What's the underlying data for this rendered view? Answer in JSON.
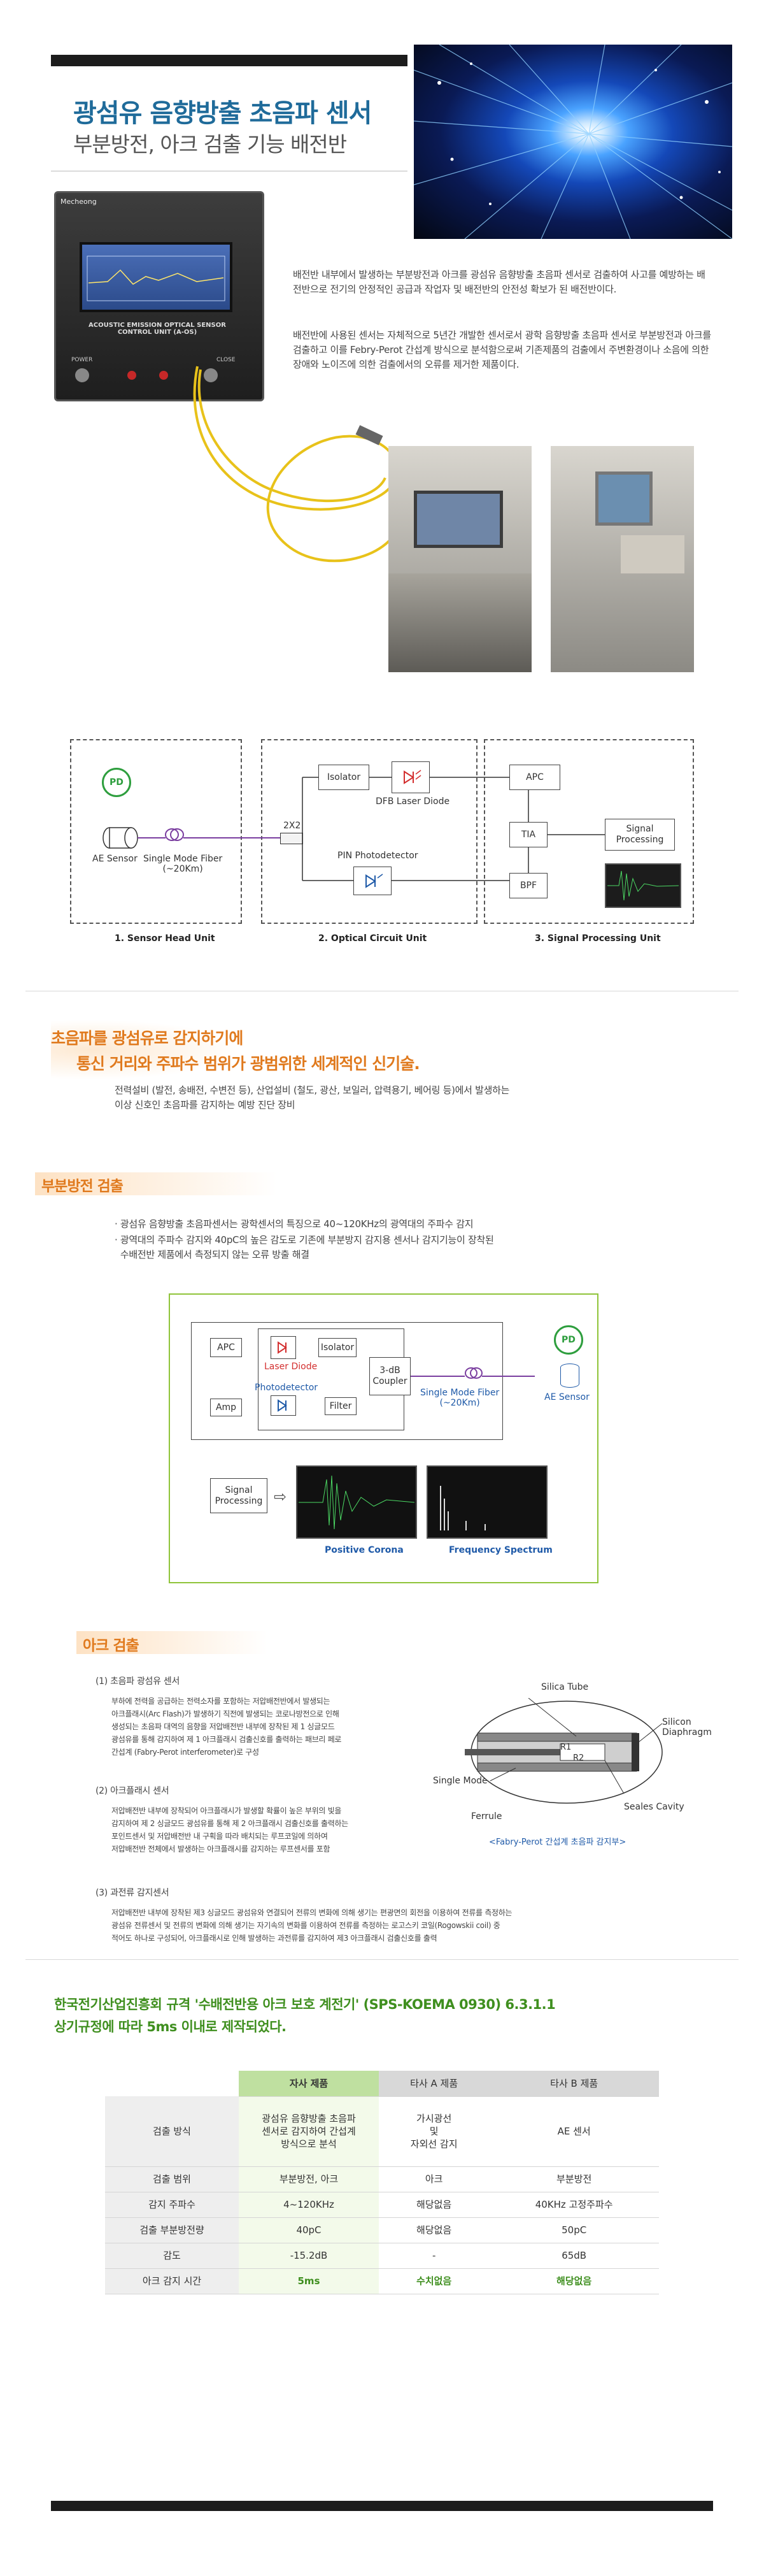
{
  "header": {
    "title": "광섬유 음향방출 초음파 센서",
    "subtitle": "부분방전, 아크 검출 기능 배전반"
  },
  "device": {
    "brand": "Mecheong",
    "panel_label": "ACOUSTIC EMISSION OPTICAL SENSOR CONTROL UNIT (A-OS)",
    "power_label": "POWER",
    "close_label": "CLOSE"
  },
  "intro": {
    "p1": "배전반 내부에서 발생하는 부분방전과 아크를 광섬유 음향방출 초음파 센서로 검출하여 사고를 예방하는 배전반으로 전기의 안정적인 공급과 작업자 및 배전반의 안전성 확보가 된 배전반이다.",
    "p2": "배전반에 사용된 센서는 자체적으로 5년간 개발한 센서로서 광학 음향방출 초음파 센서로 부분방전과 아크를 검출하고 이를 Febry-Perot 간섭계 방식으로 분석함으로써 기존제품의 검출에서 주변환경이나 소음에 의한 장애와 노이즈에 의한 검출에서의 오류를 제거한 제품이다."
  },
  "diagram1": {
    "pd": "PD",
    "ae_sensor": "AE Sensor",
    "fiber": "Single Mode Fiber\n(~20Km)",
    "coupler": "2X2",
    "isolator": "Isolator",
    "dfb": "DFB Laser Diode",
    "pin": "PIN Photodetector",
    "apc": "APC",
    "tia": "TIA",
    "bpf": "BPF",
    "signal_processing": "Signal\nProcessing",
    "cap1": "1. Sensor Head Unit",
    "cap2": "2. Optical Circuit Unit",
    "cap3": "3. Signal Processing Unit"
  },
  "highlight": {
    "line1": "초음파를 광섬유로 감지하기에",
    "line2": "통신 거리와 주파수 범위가 광범위한 세계적인 신기술.",
    "body": "전력설비 (발전, 송배전, 수변전 등), 산업설비 (철도, 광산, 보일러, 압력용기, 베어링 등)에서 발생하는\n이상 신호인 초음파를 감지하는 예방 진단 장비"
  },
  "pd_section": {
    "title": "부분방전 검출",
    "b1": "· 광섬유 음향방출 초음파센서는 광학센서의 특징으로 40~120KHz의 광역대의 주파수 감지",
    "b2": "· 광역대의 주파수 감지와 40pC의 높은 감도로 기존에 부분방지 감지용 센서나 감지기능이 장착된\n  수배전반 제품에서 측정되지 않는 오류 방출 해결"
  },
  "diagram2": {
    "apc": "APC",
    "laser_diode": "Laser Diode",
    "isolator": "Isolator",
    "coupler": "3-dB\nCoupler",
    "photodetector": "Photodetector",
    "filter": "Filter",
    "amp": "Amp",
    "fiber": "Single Mode Fiber\n(~20Km)",
    "pd": "PD",
    "ae_sensor": "AE Sensor",
    "signal_processing": "Signal\nProcessing",
    "positive_corona": "Positive Corona",
    "frequency_spectrum": "Frequency Spectrum"
  },
  "arc_section": {
    "title": "아크 검출",
    "s1_title": "(1) 초음파 광섬유 센서",
    "s1_body": "부하에 전력을 공급하는 전력소자를 포함하는 저압배전반에서 발생되는\n아크플래시(Arc Flash)가 발생하기 직전에 발생되는 코로나방전으로 인해\n생성되는 초음파 대역의 음향을 저압배전반 내부에 장착된 제 1 싱글모드\n광섬유를 통해 감지하여 제 1 아크플래시 검출신호를 출력하는 패브리 페로\n간섭계 (Fabry-Perot interferometer)로 구성",
    "s2_title": "(2) 아크플래시 센서",
    "s2_body": "저압배전반 내부에 장착되어 아크플래시가 발생할 확률이 높은 부위의 빛을\n감지하여 제 2 싱글모드 광섬유를 통해 제 2 아크플래시 검출신호를 출력하는\n포인트센서 및 저압배전반 내 구획을 따라 배치되는 루프코일에 의하여\n저압배전반 전체에서 발생하는 아크플래시를 감지하는 루프센서를 포함",
    "s3_title": "(3) 과전류 감지센서",
    "s3_body": "저압배전반 내부에 장착된 제3 싱글모드 광섬유와 연결되어 전류의 변화에 의해 생기는 편광면의 회전을 이용하여 전류를 측정하는\n광섬유 전류센서 및 전류의 변화에 의해 생기는 자기속의 변화를 이용하여 전류를 측정하는 로고스키 코일(Rogowskii coil) 중\n적어도 하나로 구성되어, 아크플래시로 인해 발생하는 과전류를 감지하여 제3 아크플래시 검출신호를 출력",
    "fp": {
      "silica_tube": "Silica Tube",
      "silicon_diaphragm": "Silicon\nDiaphragm",
      "smf": "Single Mode Fiber",
      "r1": "R1",
      "r2": "R2",
      "ferrule": "Ferrule",
      "sealed_cavity": "Seales Cavity",
      "caption": "<Fabry-Perot 간섭계 초음파 감지부>"
    }
  },
  "standard": {
    "line1": "한국전기산업진흥회 규격 '수배전반용 아크 보호 계전기' (SPS-KOEMA 0930)  6.3.1.1",
    "line2": "상기규정에 따라 5ms 이내로 제작되었다."
  },
  "table": {
    "headers": [
      "",
      "자사 제품",
      "타사 A 제품",
      "타사 B 제품"
    ],
    "rows": [
      [
        "검출 방식",
        "광섬유 음향방출 초음파\n센서로 감지하여 간섭계\n방식으로 분석",
        "가시광선\n및\n자외선 감지",
        "AE 센서"
      ],
      [
        "검출 범위",
        "부분방전, 아크",
        "아크",
        "부분방전"
      ],
      [
        "감지 주파수",
        "4~120KHz",
        "해당없음",
        "40KHz 고정주파수"
      ],
      [
        "검출 부분방전량",
        "40pC",
        "해당없음",
        "50pC"
      ],
      [
        "감도",
        "-15.2dB",
        "-",
        "65dB"
      ],
      [
        "아크 감지 시간",
        "5ms",
        "수치없음",
        "해당없음"
      ]
    ]
  }
}
